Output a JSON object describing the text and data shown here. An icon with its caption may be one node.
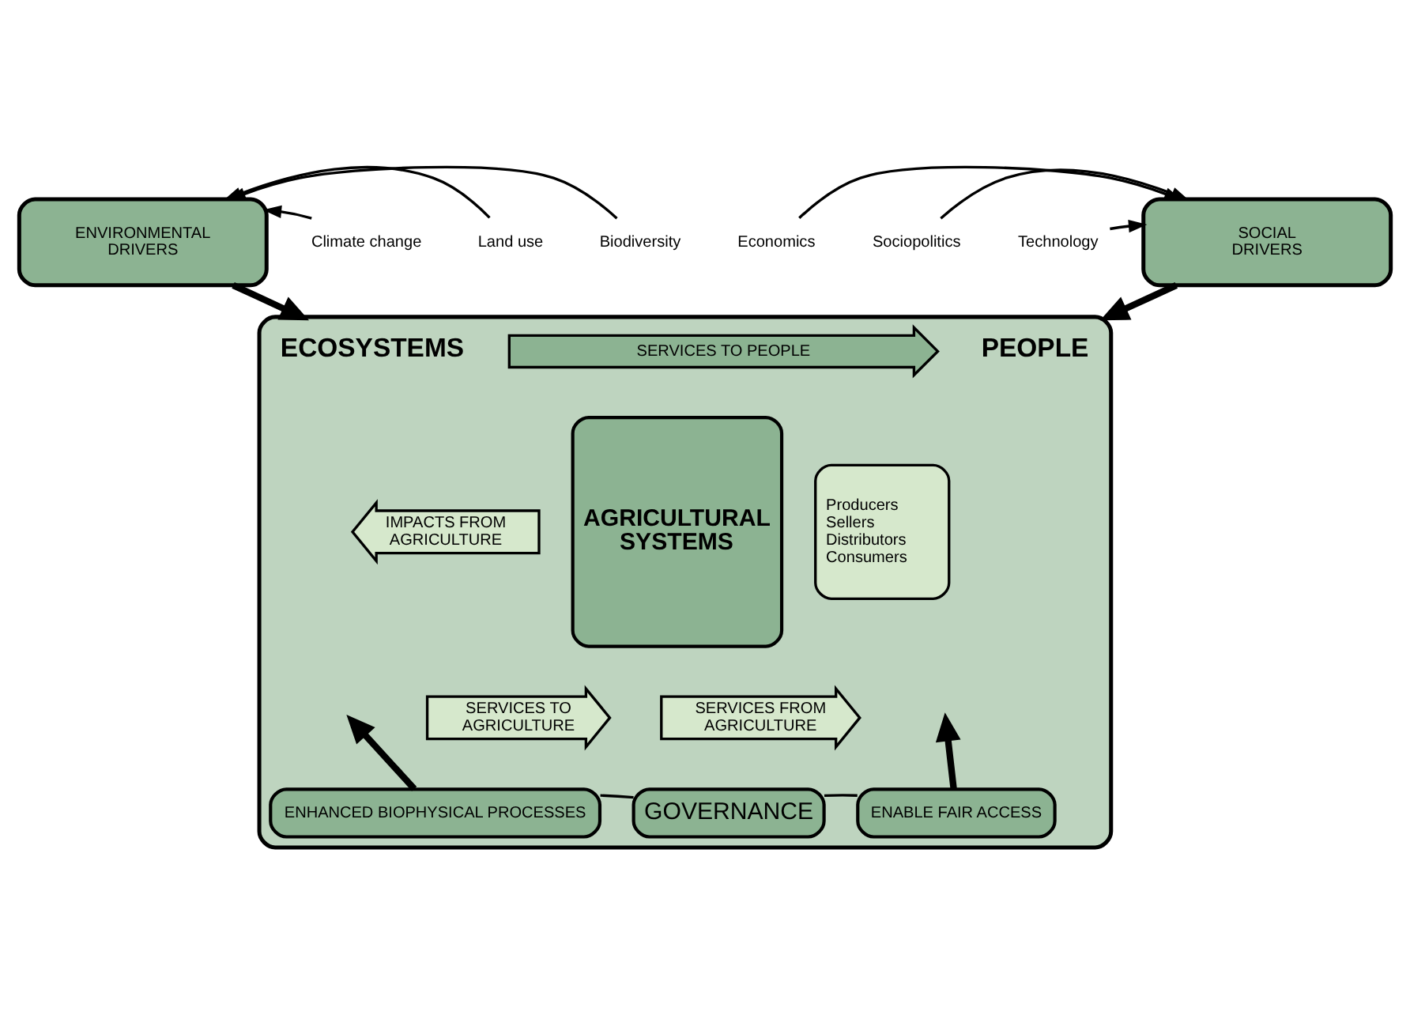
{
  "diagram": {
    "nodes": [
      {
        "text": [
          "ENVIRONMENTAL DRIVERS"
        ]
      },
      {
        "text": [
          "SOCIAL DRIVERS"
        ]
      },
      {
        "text": [],
        "shape": "box"
      },
      {
        "text": [
          "ECOSYSTEMS"
        ],
        "in": 2
      },
      {
        "text": [
          "SERVICES TO PEOPLE"
        ],
        "in": 2
      },
      {
        "text": [
          "PEOPLE"
        ],
        "in": 2
      },
      {
        "text": [
          "Producers",
          "Sellers",
          "Distributors",
          "Consumers"
        ],
        "in": 2
      },
      {
        "text": [
          "AGRICULTURAL SYSTEMS"
        ],
        "in": 2
      },
      {
        "text": [
          "IMPACTS FROM AGRICULTURE"
        ],
        "in": 2
      },
      {
        "text": [
          "SERVICES TO AGRICULTURE"
        ],
        "in": 2
      },
      {
        "text": [
          "SERVICES FROM AGRICULTURE"
        ],
        "in": 2
      },
      {
        "text": [
          "ENHANCED BIOPHYSICAL PROCESSES"
        ],
        "in": 2
      },
      {
        "text": [
          "GOVERNANCE"
        ],
        "in": 2
      },
      {
        "text": [
          "ENABLE FAIR ACCESS"
        ],
        "in": 2
      },
      {
        "text": [
          "Climate change"
        ]
      },
      {
        "text": [
          "Land use"
        ]
      },
      {
        "text": [
          "Biodiversity"
        ]
      },
      {
        "text": [
          "Economics"
        ]
      },
      {
        "text": [
          "Sociopolitics"
        ]
      },
      {
        "text": [
          "Technology"
        ]
      }
    ],
    "edges": [
      {
        "from": 0,
        "to": 2,
        "arrow": "to",
        "style": "thick"
      },
      {
        "from": 1,
        "to": 2,
        "arrow": "to",
        "style": "thick"
      },
      {
        "from": 14,
        "to": 0,
        "arrow": "to"
      },
      {
        "from": 15,
        "to": 0,
        "arrow": "to"
      },
      {
        "from": 16,
        "to": 0,
        "arrow": "to"
      },
      {
        "from": 17,
        "to": 1,
        "arrow": "to"
      },
      {
        "from": 18,
        "to": 1,
        "arrow": "to"
      },
      {
        "from": 19,
        "to": 1,
        "arrow": "to"
      },
      {
        "from": 11,
        "to": null,
        "arrow": "to",
        "style": "thick"
      },
      {
        "from": 13,
        "to": null,
        "arrow": "to",
        "style": "thick"
      },
      {
        "from": 11,
        "to": 12,
        "arrow": "none"
      },
      {
        "from": 12,
        "to": 13,
        "arrow": "none"
      }
    ]
  }
}
